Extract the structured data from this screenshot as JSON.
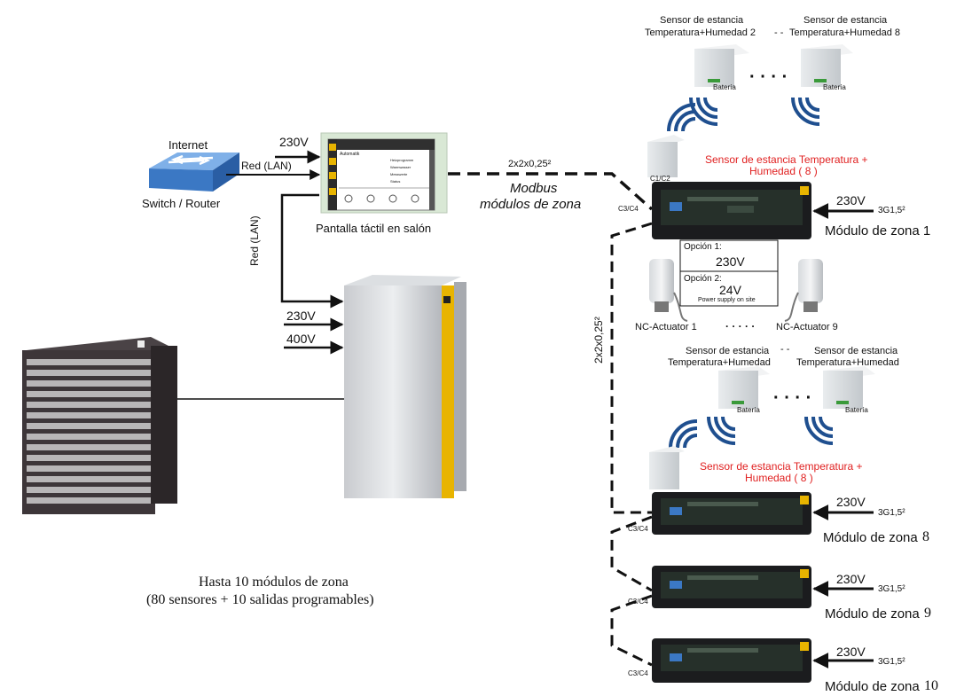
{
  "colors": {
    "accent_yellow": "#e8b400",
    "label_red": "#e02020",
    "module_dark": "#1b1c1e",
    "switch_blue": "#3b78c4"
  },
  "internet": {
    "label": "Internet",
    "device_label": "Switch / Router",
    "link_label": "Red (LAN)"
  },
  "touchscreen": {
    "label": "Pantalla táctil en salón",
    "power_label": "230V",
    "lan_vertical_label": "Red (LAN)",
    "ui_items": [
      "Automatik",
      "Heizprogramm",
      "Warmwasser",
      "Messwerte",
      "Status"
    ]
  },
  "heatpump": {
    "power_labels": [
      "230V",
      "400V"
    ]
  },
  "bus": {
    "cable_label": "2x2x0,25²",
    "vertical_cable_label": "2x2x0,25²",
    "title_line1": "Modbus",
    "title_line2": "módulos de zona"
  },
  "summary": {
    "line1": "Hasta 10 módulos de zona",
    "line2": "(80 sensores + 10 salidas programables)"
  },
  "group1": {
    "sensor_left": [
      "Sensor de estancia",
      "Temperatura+Humedad 2"
    ],
    "sensor_right": [
      "Sensor de estancia",
      "Temperatura+Humedad 8"
    ],
    "sensor_dash": "- -",
    "battery": "Batería",
    "dots": "· · · ·"
  },
  "zone1": {
    "sensor_red": [
      "Sensor de estancia Temperatura +",
      "Humedad ( 8 )"
    ],
    "terminal_top": "C1/C2",
    "terminal": "C3/C4",
    "power": "230V",
    "cable": "3G1,5²",
    "name": "Módulo de zona 1",
    "option1_label": "Opción 1:",
    "option1_value": "230V",
    "option2_label": "Opción 2:",
    "option2_value": "24V",
    "option2_note": "Power supply on site",
    "actuator_left": "NC-Actuator 1",
    "actuator_dots": "· · · · ·",
    "actuator_right": "NC-Actuator 9"
  },
  "group2": {
    "sensor_left": [
      "Sensor de estancia",
      "Temperatura+Humedad"
    ],
    "sensor_right": [
      "Sensor de estancia",
      "Temperatura+Humedad"
    ],
    "sensor_dash": "- -",
    "battery": "Batería",
    "dots": "· · · ·"
  },
  "zone8": {
    "sensor_red": [
      "Sensor de estancia Temperatura +",
      "Humedad ( 8 )"
    ],
    "terminal": "C3/C4",
    "power": "230V",
    "cable": "3G1,5²",
    "name": "Módulo de zona",
    "number": "8"
  },
  "zone9": {
    "terminal": "C3/C4",
    "power": "230V",
    "cable": "3G1,5²",
    "name": "Módulo de zona",
    "number": "9"
  },
  "zone10": {
    "terminal": "C3/C4",
    "power": "230V",
    "cable": "3G1,5²",
    "name": "Módulo de zona",
    "number": "10"
  }
}
